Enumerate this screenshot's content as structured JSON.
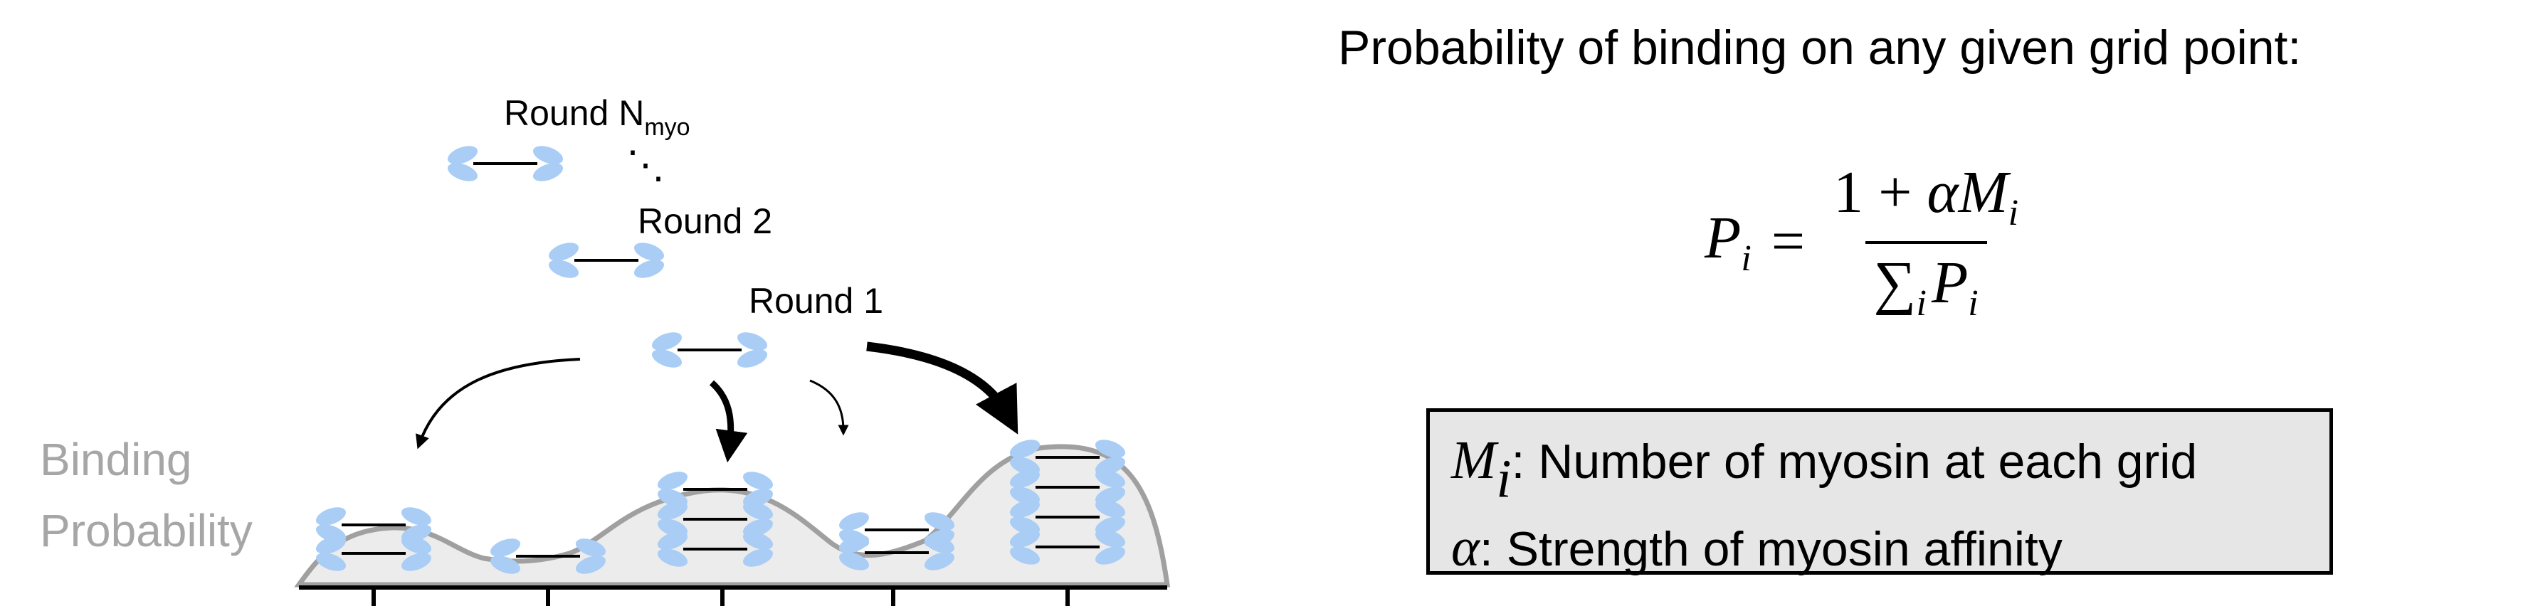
{
  "diagram": {
    "round_labels": {
      "round_n_prefix": "Round N",
      "round_n_subscript": "myo",
      "round_2": "Round 2",
      "round_1": "Round 1"
    },
    "ellipsis": "⋱",
    "y_label_line1": "Binding",
    "y_label_line2": "Probability",
    "colors": {
      "myosin": "#a9cdf5",
      "curve_fill": "#ececec",
      "curve_stroke": "#a0a0a0"
    }
  },
  "formula_panel": {
    "title": "Probability of binding on any given grid point:",
    "lhs_symbol": "P",
    "lhs_sub": "i",
    "equals": "=",
    "numerator_one": "1 + ",
    "numerator_alpha": "α",
    "numerator_M": "M",
    "numerator_sub": "i",
    "denominator_sum": "∑",
    "denominator_sum_sub": "i",
    "denominator_P": "P",
    "denominator_P_sub": "i"
  },
  "legend": {
    "m_symbol": "M",
    "m_sub": "i",
    "m_text": ": Number of myosin at each grid",
    "alpha_symbol": "α",
    "alpha_text": ": Strength of myosin affinity"
  }
}
